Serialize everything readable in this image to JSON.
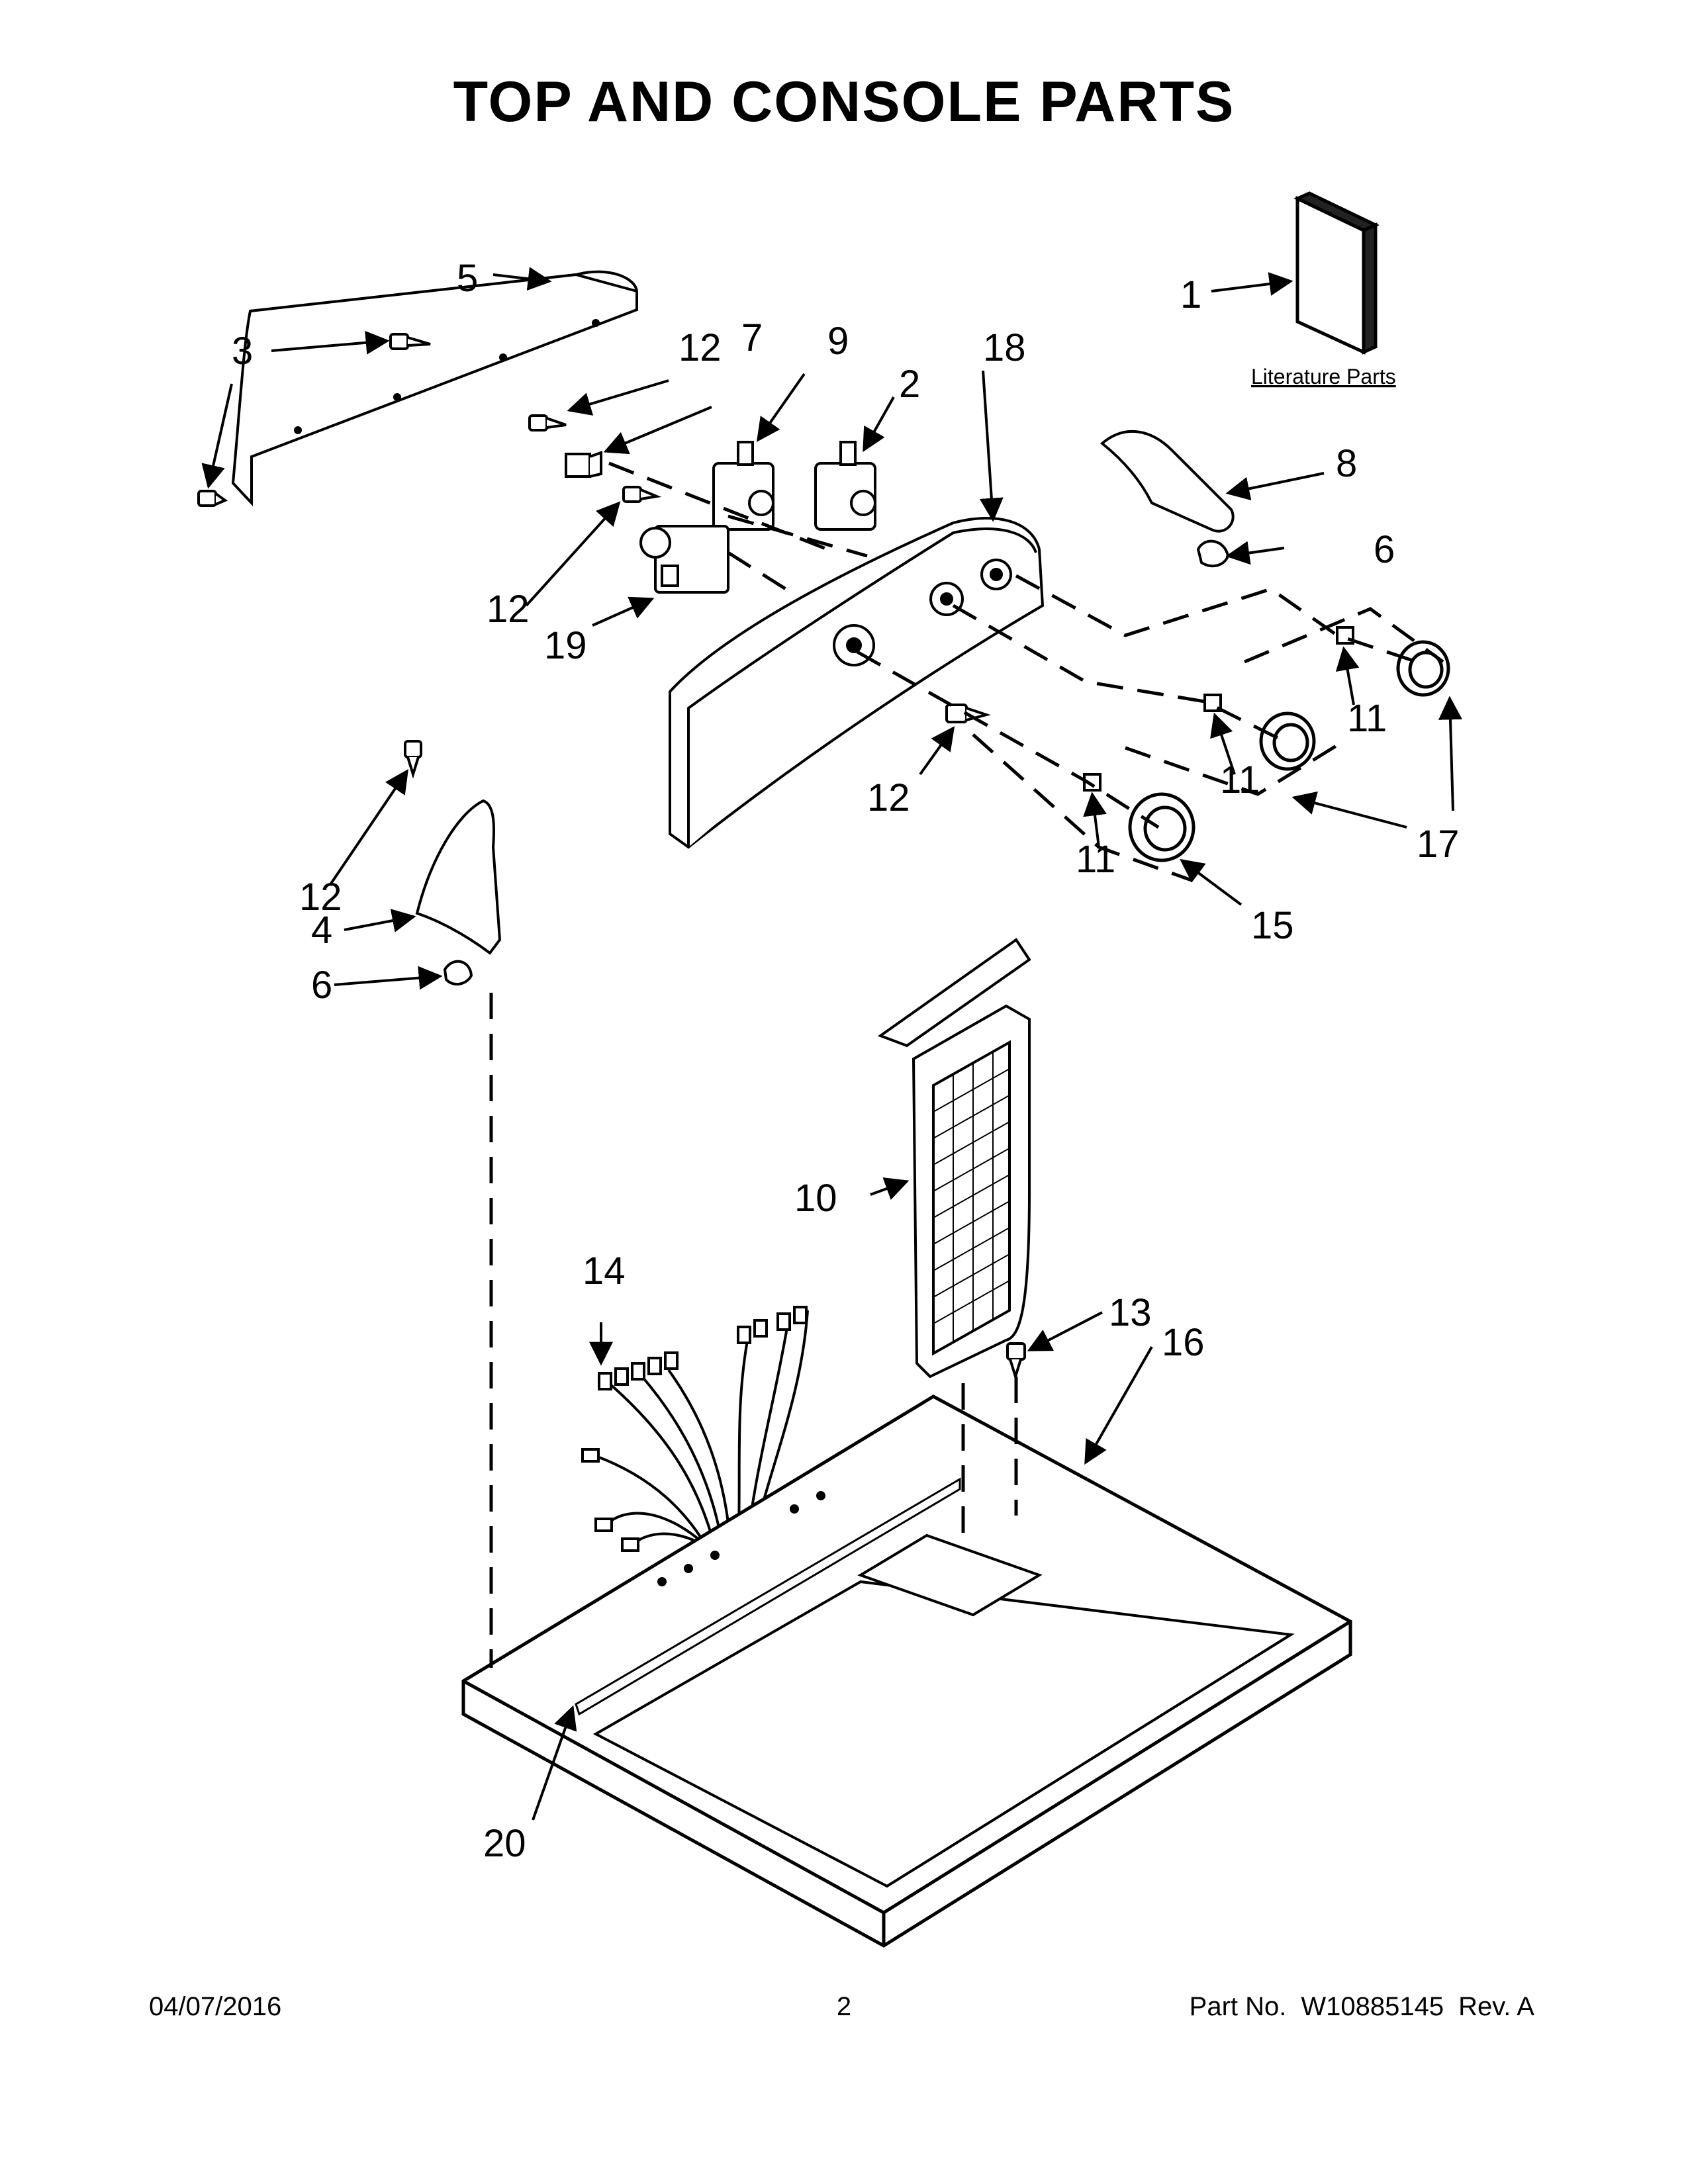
{
  "title": "TOP AND CONSOLE PARTS",
  "literature_label": "Literature Parts",
  "callouts": {
    "c1": "1",
    "c2": "2",
    "c3": "3",
    "c4": "4",
    "c5": "5",
    "c6a": "6",
    "c6b": "6",
    "c7": "7",
    "c8": "8",
    "c9": "9",
    "c10": "10",
    "c11a": "11",
    "c11b": "11",
    "c11c": "11",
    "c12a": "12",
    "c12b": "12",
    "c12c": "12",
    "c12d": "12",
    "c13": "13",
    "c14": "14",
    "c15": "15",
    "c16": "16",
    "c17": "17",
    "c18": "18",
    "c19": "19",
    "c20": "20"
  },
  "footer": {
    "date": "04/07/2016",
    "page": "2",
    "part_label": "Part No.",
    "part_number": "W10885145",
    "revision": "Rev. A"
  }
}
